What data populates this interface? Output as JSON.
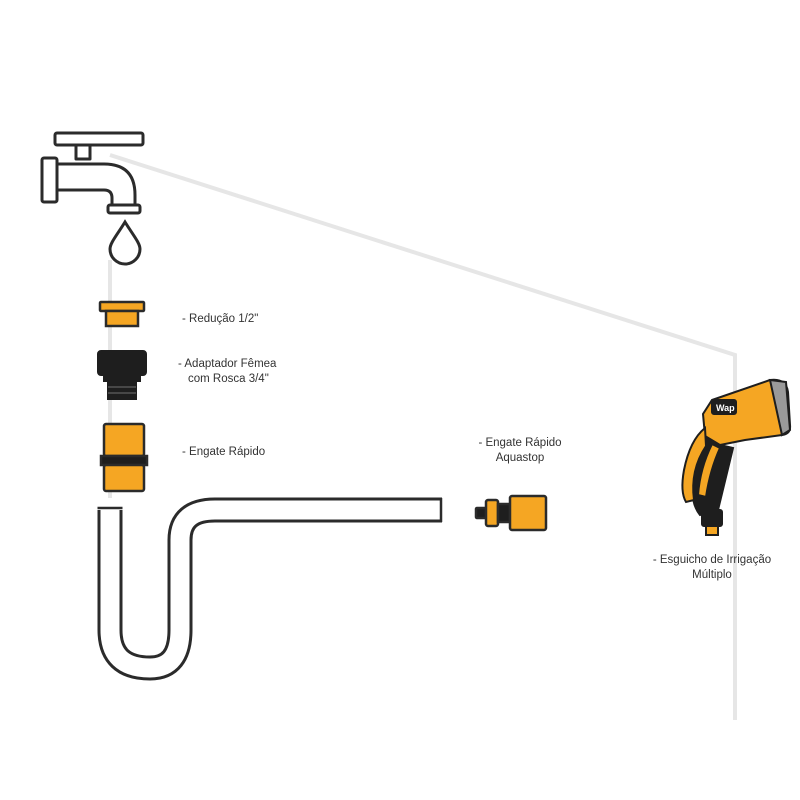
{
  "labels": {
    "reducao": "- Redução 1/2\"",
    "adaptador_1": "- Adaptador Fêmea",
    "adaptador_2": "com Rosca 3/4\"",
    "engate_rapido": "- Engate Rápido",
    "aquastop_1": "- Engate Rápido",
    "aquastop_2": "Aquastop",
    "esguicho_1": "- Esguicho de Irrigação",
    "esguicho_2": "Múltiplo",
    "brand": "Wap"
  },
  "colors": {
    "outline": "#2b2b2b",
    "accent": "#f5a623",
    "dark": "#1e1e1e",
    "guide": "#e6e6e6",
    "gray": "#9a9a9a"
  }
}
